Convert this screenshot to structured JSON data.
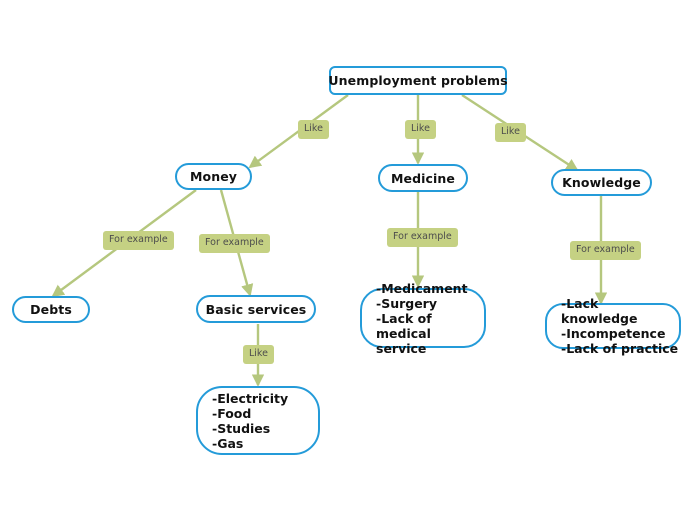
{
  "diagram": {
    "title": "Unemployment problems mind map",
    "colors": {
      "node_border": "#249bd9",
      "node_fill": "#ffffff",
      "edge": "#b5c77e",
      "label_fill": "#c5d183",
      "label_text": "#4d4d4d",
      "node_text": "#111111",
      "background": "#ffffff"
    },
    "nodes": {
      "root": {
        "label": "Unemployment problems"
      },
      "money": {
        "label": "Money"
      },
      "medicine": {
        "label": "Medicine"
      },
      "knowledge": {
        "label": "Knowledge"
      },
      "debts": {
        "label": "Debts"
      },
      "basic_services": {
        "label": "Basic services"
      },
      "medicine_list": {
        "label": "-Medicament\n-Surgery\n-Lack of medical service"
      },
      "knowledge_list": {
        "label": "-Lack knowledge\n-Incompetence\n-Lack of practice"
      },
      "services_list": {
        "label": "-Electricity\n-Food\n-Studies\n-Gas"
      }
    },
    "edge_labels": {
      "root_money": "Like",
      "root_medicine": "Like",
      "root_knowledge": "Like",
      "money_debts": "For example",
      "money_basic_services": "For example",
      "medicine_list": "For example",
      "knowledge_list": "For example",
      "basic_services_list": "Like"
    }
  }
}
